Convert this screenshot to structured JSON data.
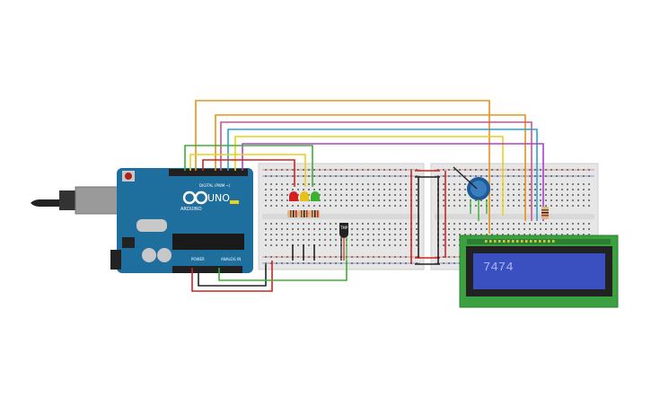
{
  "arduino": {
    "logo": "ARDUINO",
    "model": "UNO",
    "digital_label": "DIGITAL (PWM ~)",
    "power_label": "POWER",
    "analog_label": "ANALOG IN"
  },
  "sensor": {
    "label": "TMP"
  },
  "lcd": {
    "display_text": "7474"
  },
  "colors": {
    "wire_orange": "#e8901a",
    "wire_yellow": "#e8d21a",
    "wire_green": "#3cb030",
    "wire_blue": "#2aa0d8",
    "wire_purple": "#b040c8",
    "wire_pink": "#d05090",
    "wire_red": "#d42020",
    "wire_black": "#222222",
    "arduino_blue": "#1e6e9e",
    "lcd_screen": "#3a4fc0",
    "lcd_board": "#3aa040"
  }
}
